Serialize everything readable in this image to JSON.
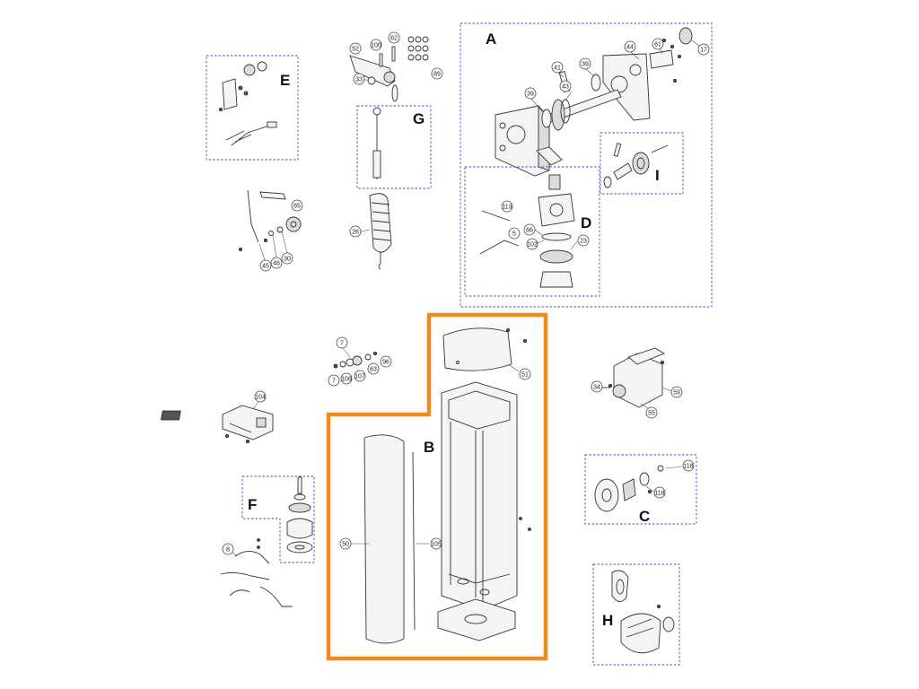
{
  "groups": [
    {
      "id": "A",
      "letter": "A"
    },
    {
      "id": "B",
      "letter": "B"
    },
    {
      "id": "C",
      "letter": "C"
    },
    {
      "id": "D",
      "letter": "D"
    },
    {
      "id": "E",
      "letter": "E"
    },
    {
      "id": "F",
      "letter": "F"
    },
    {
      "id": "G",
      "letter": "G"
    },
    {
      "id": "H",
      "letter": "H"
    },
    {
      "id": "I",
      "letter": "I"
    }
  ],
  "callouts": {
    "c17": "17",
    "c44": "44",
    "c61": "61",
    "c41": "41",
    "c39a": "39",
    "c39b": "39",
    "c43": "43",
    "c52": "52",
    "c100": "100",
    "c62": "62",
    "c89": "89",
    "c33": "33",
    "c113": "113",
    "c66": "66",
    "c102": "102",
    "c5": "5",
    "c23": "23",
    "c65": "65",
    "c26": "26",
    "c45": "45",
    "c46": "46",
    "c30": "30",
    "c7a": "7",
    "c7b": "7",
    "c108": "108",
    "c107": "107",
    "c63": "63",
    "c96": "96",
    "c51": "51",
    "c34": "34",
    "c59": "59",
    "c55": "55",
    "c104": "104",
    "c118a": "118",
    "c118b": "118",
    "c50": "50",
    "c105": "105",
    "c8": "8"
  }
}
